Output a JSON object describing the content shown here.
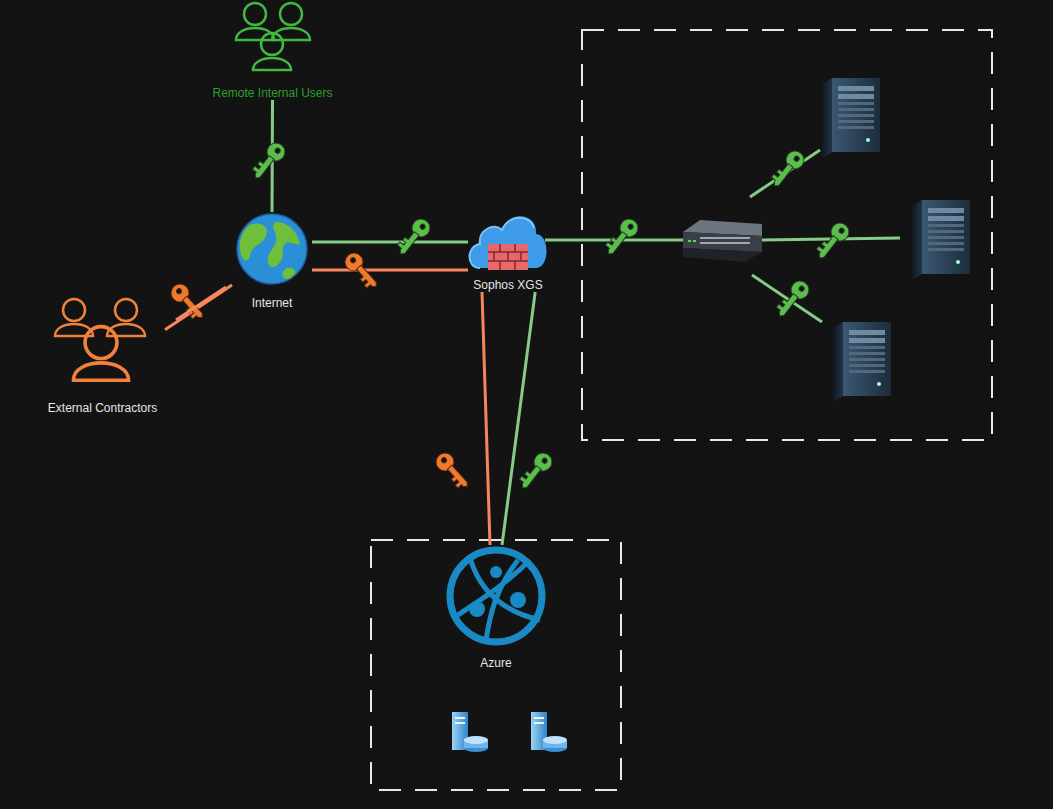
{
  "diagram": {
    "nodes": [
      {
        "text": [
          "Remote Internal Users"
        ]
      },
      {
        "text": [
          "Internet"
        ]
      },
      {
        "text": [
          "External Contractors"
        ]
      },
      {
        "text": [
          "Sophos XGS"
        ]
      },
      {
        "text": [
          "Azure"
        ]
      }
    ],
    "edges": [
      {
        "from": 0,
        "to": 1,
        "arrow": "none"
      },
      {
        "from": 2,
        "to": 1,
        "arrow": "none"
      },
      {
        "from": 1,
        "to": 3,
        "arrow": "none"
      },
      {
        "from": 1,
        "to": 3,
        "arrow": "none"
      },
      {
        "from": 3,
        "to": 4,
        "arrow": "none"
      },
      {
        "from": 3,
        "to": 4,
        "arrow": "none"
      }
    ]
  }
}
